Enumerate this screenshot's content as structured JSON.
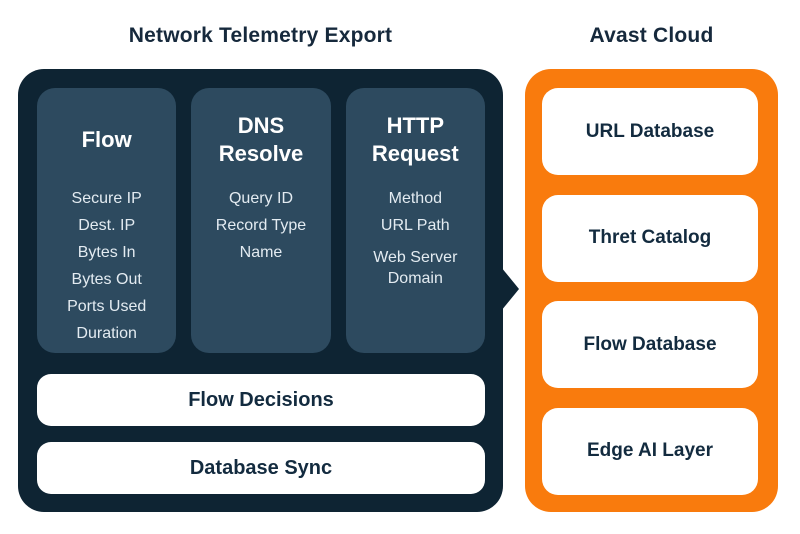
{
  "colors": {
    "background": "#ffffff",
    "panel_dark_navy": "#0e2433",
    "inner_card_navy": "#2d4a5f",
    "accent_orange": "#f97b0d",
    "dark_text": "#16293c",
    "light_item_text": "#e3ebf1",
    "card_title_text": "#ffffff"
  },
  "left_panel": {
    "title": "Network Telemetry Export",
    "cards": [
      {
        "title": "Flow",
        "items": [
          "Secure IP",
          "Dest. IP",
          "Bytes In",
          "Bytes Out",
          "Ports Used",
          "Duration"
        ]
      },
      {
        "title": "DNS Resolve",
        "items": [
          "Query ID",
          "Record Type",
          "Name"
        ]
      },
      {
        "title": "HTTP Request",
        "items": [
          "Method",
          "URL Path",
          "Web Server Domain"
        ]
      }
    ],
    "bars": [
      "Flow Decisions",
      "Database Sync"
    ]
  },
  "connector": {
    "icon": "arrow-right-icon",
    "meaning": "export flow from telemetry panel to cloud panel"
  },
  "right_panel": {
    "title": "Avast Cloud",
    "cards": [
      "URL Database",
      "Thret Catalog",
      "Flow Database",
      "Edge AI Layer"
    ]
  }
}
